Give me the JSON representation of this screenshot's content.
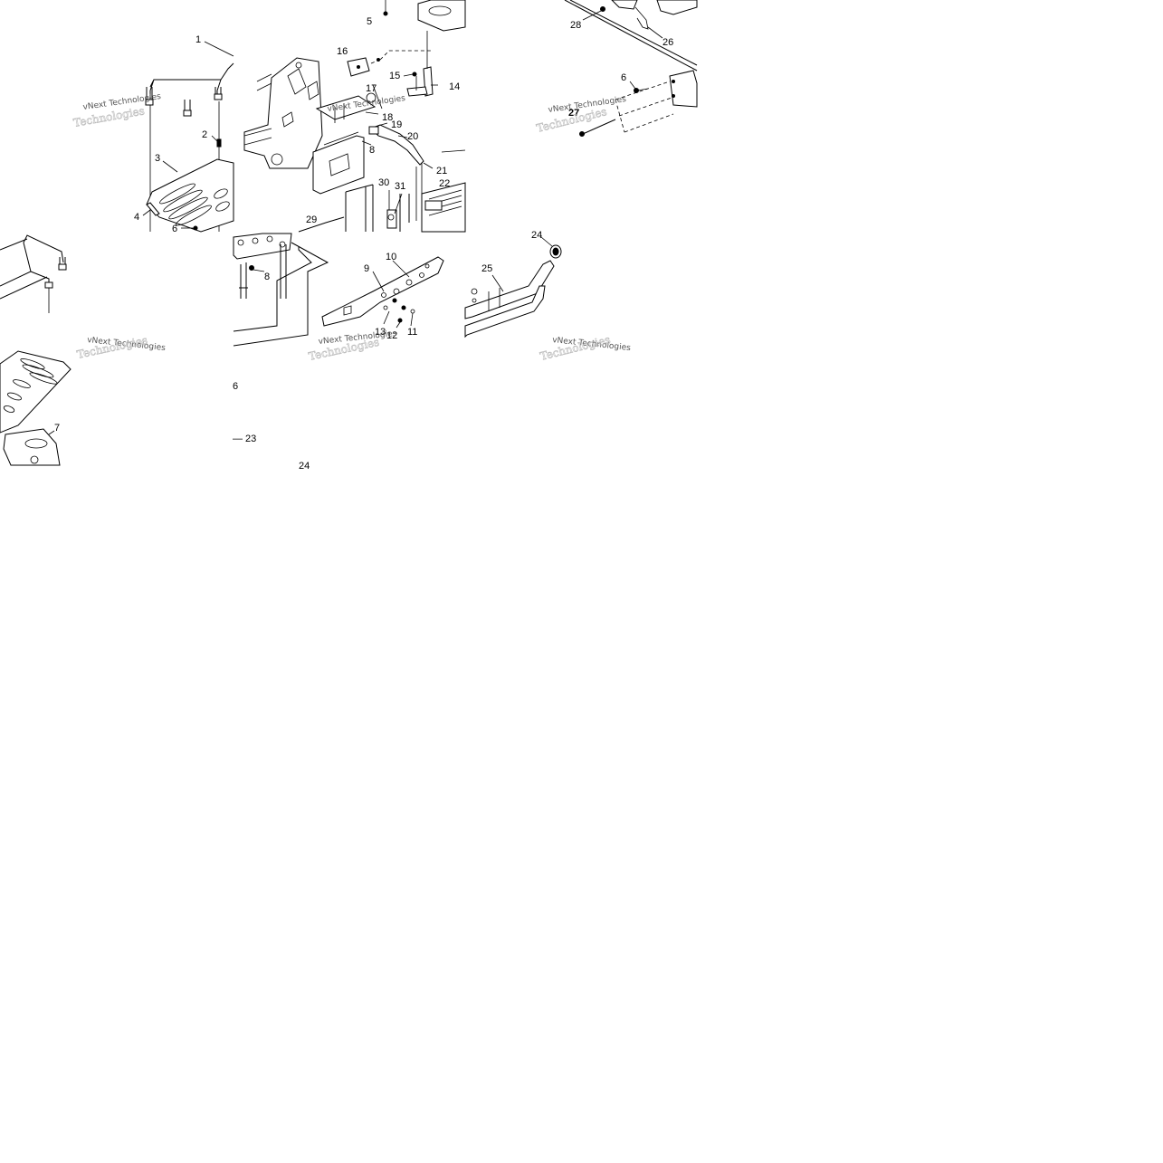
{
  "watermark": {
    "text": "vNext Technologies"
  },
  "callouts": {
    "c1": "1",
    "c2": "2",
    "c3": "3",
    "c4": "4",
    "c5": "5",
    "c6a": "6",
    "c6b": "6",
    "c6c": "6",
    "c7": "7",
    "c8a": "8",
    "c8b": "8",
    "c9": "9",
    "c10": "10",
    "c11": "11",
    "c12": "12",
    "c13": "13",
    "c14": "14",
    "c15": "15",
    "c16": "16",
    "c17": "17",
    "c18": "18",
    "c19": "19",
    "c20": "20",
    "c21": "21",
    "c22": "22",
    "c23": "— 23",
    "c24a": "24",
    "c24b": "24",
    "c25": "25",
    "c26": "26",
    "c27": "27",
    "c28": "28",
    "c29": "29",
    "c30": "30",
    "c31": "31"
  }
}
